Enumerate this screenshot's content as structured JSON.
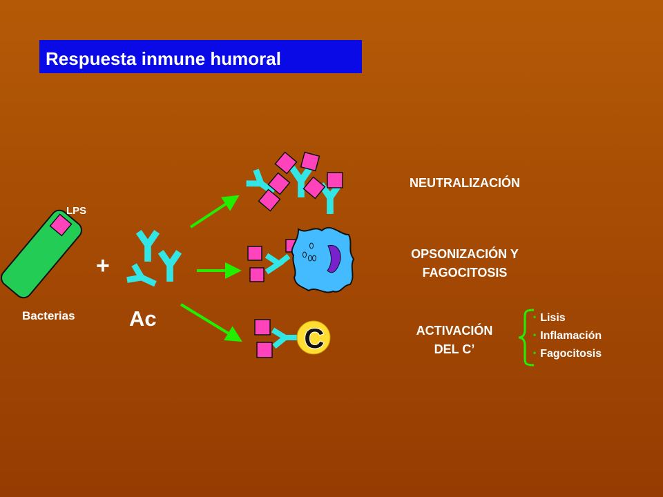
{
  "title": "Respuesta inmune humoral",
  "labels": {
    "lps": "LPS",
    "bacterias": "Bacterias",
    "plus": "+",
    "ac": "Ac",
    "complement": "C"
  },
  "outcomes": {
    "neutralization": "NEUTRALIZACIÓN",
    "opsonization_line1": "OPSONIZACIÓN Y",
    "opsonization_line2": "FAGOCITOSIS",
    "activation_line1": "ACTIVACIÓN",
    "activation_line2": "DEL C’"
  },
  "activation_effects": [
    "Lisis",
    "Inflamación",
    "Fagocitosis"
  ],
  "colors": {
    "title_bg": "#0a0ae6",
    "antibody": "#33e6e6",
    "antigen": "#ff44bb",
    "bacterium": "#22cc55",
    "arrow": "#22ee00",
    "macrophage": "#44bbff",
    "nucleus": "#7722cc",
    "complement": "#ffdd33"
  }
}
